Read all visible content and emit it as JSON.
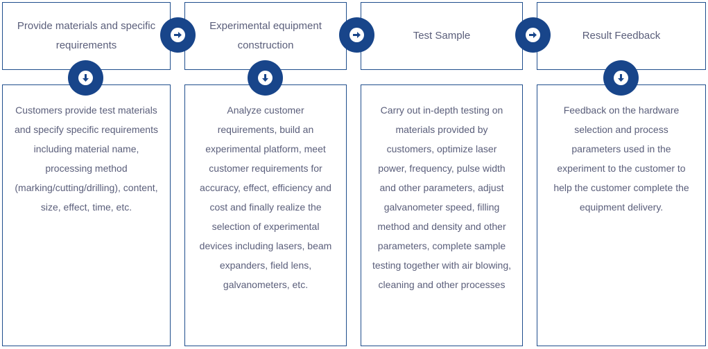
{
  "steps": [
    {
      "title": "Provide materials and specific requirements",
      "description": "Customers provide test materials and specify specific requirements including material name, processing method (marking/cutting/drilling), content, size, effect, time, etc."
    },
    {
      "title": "Experimental equipment construction",
      "description": "Analyze customer requirements, build an experimental platform, meet customer requirements for accuracy, effect, efficiency and cost and finally realize the selection of experimental devices including lasers, beam expanders, field lens, galvanometers, etc."
    },
    {
      "title": "Test Sample",
      "description": "Carry out in-depth testing on materials provided by customers, optimize laser power, frequency, pulse width and other parameters, adjust galvanometer speed, filling method and density and other parameters, complete sample testing together with air blowing, cleaning and other processes"
    },
    {
      "title": "Result Feedback",
      "description": "Feedback on the hardware selection and process parameters used in the experiment to the customer to help the customer complete the equipment delivery."
    }
  ],
  "connectors": {
    "right_icon": "arrow-right-icon",
    "down_icon": "arrow-down-icon"
  },
  "colors": {
    "border": "#1e4d8c",
    "accent": "#18458a",
    "text": "#5a5e7a",
    "background": "#ffffff"
  }
}
